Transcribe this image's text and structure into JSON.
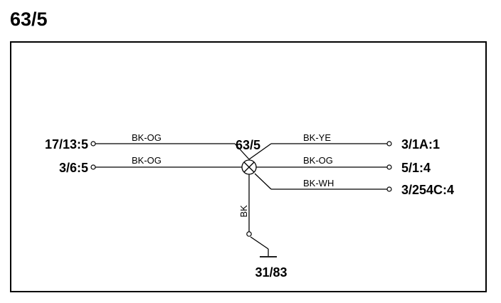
{
  "page_title": "63/5",
  "splice": {
    "label": "63/5"
  },
  "connectors": {
    "left_top": "17/13:5",
    "left_bottom": "3/6:5",
    "right_top": "3/1A:1",
    "right_middle": "5/1:4",
    "right_bottom": "3/254C:4",
    "ground": "31/83"
  },
  "wires": {
    "left_top_color": "BK-OG",
    "left_bottom_color": "BK-OG",
    "right_top_color": "BK-YE",
    "right_middle_color": "BK-OG",
    "right_bottom_color": "BK-WH",
    "ground_color": "BK"
  }
}
